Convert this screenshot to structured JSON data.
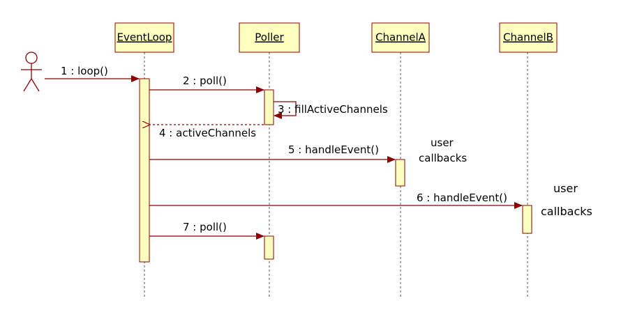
{
  "lifelines": [
    {
      "id": "eventloop",
      "name": "EventLoop"
    },
    {
      "id": "poller",
      "name": "Poller"
    },
    {
      "id": "channela",
      "name": "ChannelA"
    },
    {
      "id": "channelb",
      "name": "ChannelB"
    }
  ],
  "messages": [
    {
      "label": "1 : loop()"
    },
    {
      "label": "2 : poll()"
    },
    {
      "label": "3 : fillActiveChannels"
    },
    {
      "label": "4 : activeChannels"
    },
    {
      "label": "5 : handleEvent()"
    },
    {
      "label": "6 : handleEvent()"
    },
    {
      "label": "7 : poll()"
    }
  ],
  "notes": [
    {
      "line1": "user",
      "line2": "callbacks"
    },
    {
      "line1": "user",
      "line2": "callbacks"
    }
  ],
  "colors": {
    "box_fill": "#ffffc0",
    "box_stroke": "#8b0000",
    "message": "#8b0000"
  }
}
